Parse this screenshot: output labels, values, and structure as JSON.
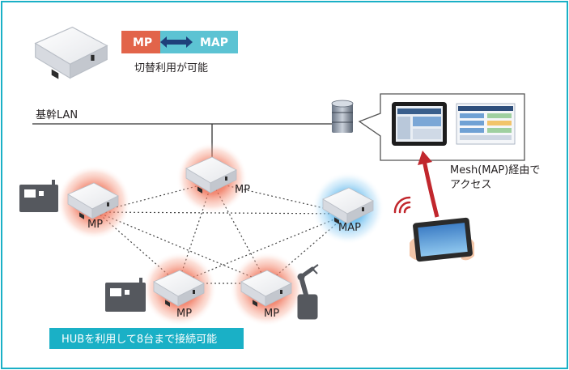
{
  "colors": {
    "frame": "#1ab0c6",
    "mp": "#e2644a",
    "map": "#5cc3d3",
    "arrow": "#1e3f7a",
    "glow_red": "#ef5a3a",
    "glow_blue": "#3aa8e8",
    "accent_red": "#c1272d",
    "hub_label_bg": "#1ab0c6"
  },
  "header": {
    "mp_label": "MP",
    "map_label": "MAP",
    "caption": "切替利用が可能"
  },
  "backbone": {
    "label": "基幹LAN"
  },
  "nodes": [
    {
      "id": "top",
      "label": "MP",
      "glow": "red"
    },
    {
      "id": "left",
      "label": "MP",
      "glow": "red"
    },
    {
      "id": "right",
      "label": "MAP",
      "glow": "blue"
    },
    {
      "id": "bottom-l",
      "label": "MP",
      "glow": "red"
    },
    {
      "id": "bottom-r",
      "label": "MP",
      "glow": "red"
    }
  ],
  "access": {
    "line1": "Mesh(MAP)経由で",
    "line2": "アクセス"
  },
  "hub_note": "HUBを利用して8台まで接続可能",
  "icons": [
    "access-point-icon",
    "database-server-icon",
    "monitor-dashboard-icon",
    "machine-icon",
    "robot-arm-icon",
    "tablet-hand-icon",
    "wifi-signal-icon"
  ]
}
